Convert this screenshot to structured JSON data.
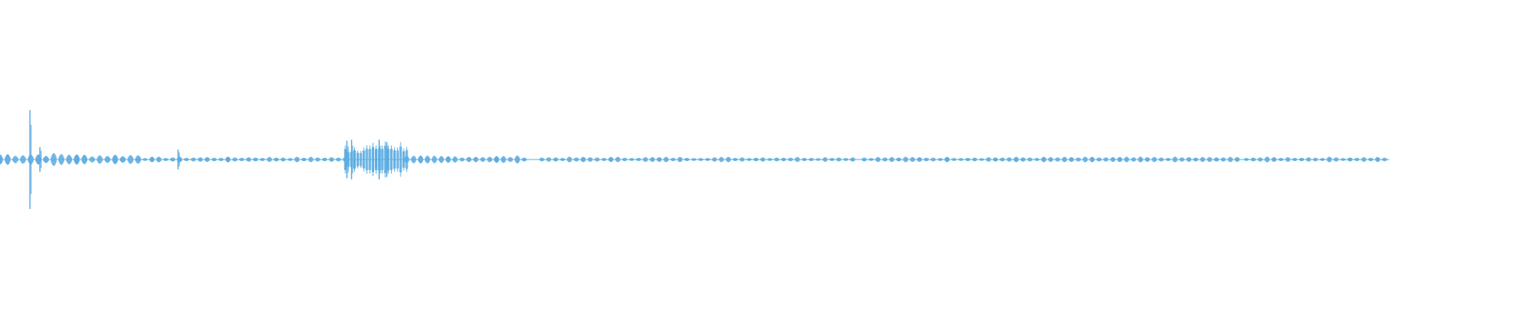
{
  "waveform": {
    "color": "#5DADE2",
    "background": "#ffffff",
    "progress_fraction": 0.0,
    "segments": [
      {
        "start": 0.0,
        "end": 0.05,
        "level": 0.12,
        "spacing": 0.005,
        "peaks": [
          {
            "at": 0.0195,
            "level": 1.0
          },
          {
            "at": 0.026,
            "level": 0.25
          }
        ]
      },
      {
        "start": 0.05,
        "end": 0.09,
        "level": 0.1,
        "spacing": 0.005
      },
      {
        "start": 0.09,
        "end": 0.225,
        "level": 0.05,
        "spacing": 0.0045,
        "peaks": [
          {
            "at": 0.116,
            "level": 0.2
          }
        ]
      },
      {
        "start": 0.225,
        "end": 0.245,
        "level": 0.3,
        "spacing": 0.002,
        "peaks": [
          {
            "at": 0.226,
            "level": 0.38
          },
          {
            "at": 0.229,
            "level": 0.4
          }
        ]
      },
      {
        "start": 0.245,
        "end": 0.265,
        "level": 0.35,
        "spacing": 0.002,
        "peaks": [
          {
            "at": 0.247,
            "level": 0.4
          },
          {
            "at": 0.252,
            "level": 0.35
          }
        ]
      },
      {
        "start": 0.265,
        "end": 0.345,
        "level": 0.07,
        "spacing": 0.0045
      },
      {
        "start": 0.353,
        "end": 0.56,
        "level": 0.05,
        "spacing": 0.0045
      },
      {
        "start": 0.563,
        "end": 0.808,
        "level": 0.05,
        "spacing": 0.0045
      },
      {
        "start": 0.812,
        "end": 0.905,
        "level": 0.05,
        "spacing": 0.0045
      }
    ]
  }
}
